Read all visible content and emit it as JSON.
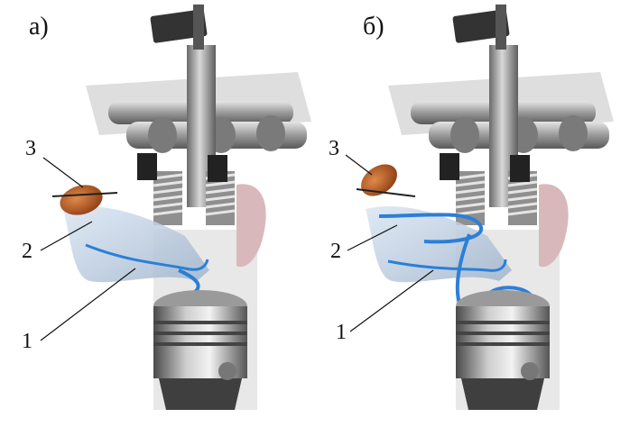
{
  "panels": [
    {
      "label": "а)",
      "callouts": [
        {
          "label": "3"
        },
        {
          "label": "2"
        },
        {
          "label": "1"
        }
      ]
    },
    {
      "label": "б)",
      "callouts": [
        {
          "label": "3"
        },
        {
          "label": "2"
        },
        {
          "label": "1"
        }
      ]
    }
  ],
  "colors": {
    "flow": "#2b7fd6",
    "flow_light": "#9fc7ee",
    "flap": "#b5561f",
    "metal_dark": "#3b3b3b",
    "metal_mid": "#8a8a8a",
    "metal_light": "#cfcfcf",
    "port_glass": "#c9d8ea"
  }
}
